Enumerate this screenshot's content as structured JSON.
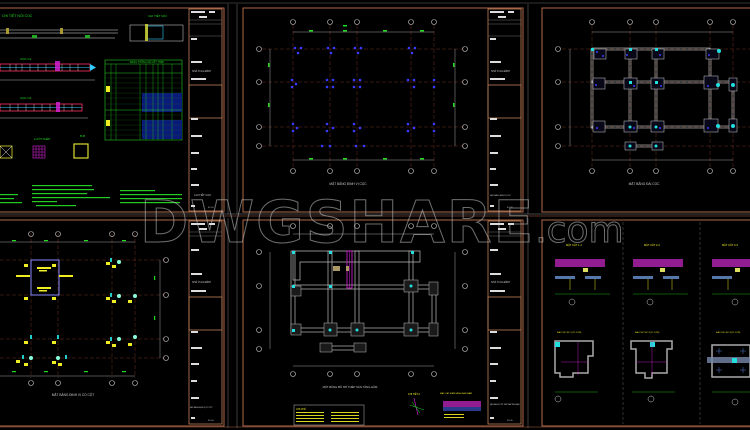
{
  "colors": {
    "background": "#000000",
    "frame": "#b0684a",
    "title_block": "#c08058",
    "grid_axis": "#9a9a9a",
    "dimension": "#22dd22",
    "pile": "#3a3aff",
    "column": "#22e0e0",
    "beam": "#d8d8d8",
    "rebar": "#dd22dd",
    "label": "#e8e800",
    "table_border": "#22cc22",
    "table_fill": "#0a1a6a"
  },
  "watermark": {
    "text": "DWGSHARE",
    "suffix": ".com"
  },
  "sheets": [
    {
      "id": "sheet-1",
      "title": "CHI TIẾT CỌC",
      "subtitle": "CHI TIẾT CỌC",
      "project": "NHÀ Ở GIA ĐÌNH",
      "sheet_no": "KC-01",
      "labels": {
        "pile_splice": "CHI TIẾT NỐI CỌC",
        "pile_c1": "CỌC C1",
        "pile_c2": "CỌC C2",
        "table_title": "BẢNG THỐNG KÊ CỐT THÉP",
        "section_aa": "A-A",
        "section_bb": "B-B",
        "mesh": "LƯỚI THÉP"
      },
      "notes": [
        "GHI CHÚ"
      ]
    },
    {
      "id": "sheet-2",
      "title": "MẶT BẰNG ĐỊNH VỊ CỌC",
      "project": "NHÀ Ở GIA ĐÌNH",
      "sheet_no": "KC-02"
    },
    {
      "id": "sheet-3",
      "title": "MẶT BẰNG ĐÀI CỌC",
      "project": "NHÀ Ở GIA ĐÌNH",
      "sheet_no": "KC-03"
    },
    {
      "id": "sheet-4",
      "title": "MẶT BẰNG ĐỊNH VỊ CỔ CỘT",
      "project": "NHÀ Ở GIA ĐÌNH",
      "sheet_no": "KC-04"
    },
    {
      "id": "sheet-5",
      "title": "MẶT BẰNG BỐ TRÍ THÉP SÀN TẦNG HẦM",
      "project": "NHÀ Ở GIA ĐÌNH",
      "sheet_no": "KC-05",
      "labels": {
        "notes_title": "GHI CHÚ",
        "detail_a": "CHI TIẾT A",
        "detail_section": "MẶT CẮT ĐIỂN HÌNH SÀN HẦM"
      }
    },
    {
      "id": "sheet-6",
      "title": "CHI TIẾT ĐÀI CỌC",
      "project": "NHÀ Ở GIA ĐÌNH",
      "sheet_no": "KC-06",
      "labels": {
        "section_1": "MẶT CẮT 1-1",
        "section_2": "MẶT CẮT 2-2",
        "section_3": "MẶT CẮT 3-3",
        "footing_1": "ĐÀI CỌC ĐC-1 (TL 1/25)",
        "footing_2": "ĐÀI CỌC ĐC-2 (TL 1/25)",
        "footing_3": "ĐÀI CỌC ĐC-3 (TL 1/25)"
      }
    }
  ]
}
